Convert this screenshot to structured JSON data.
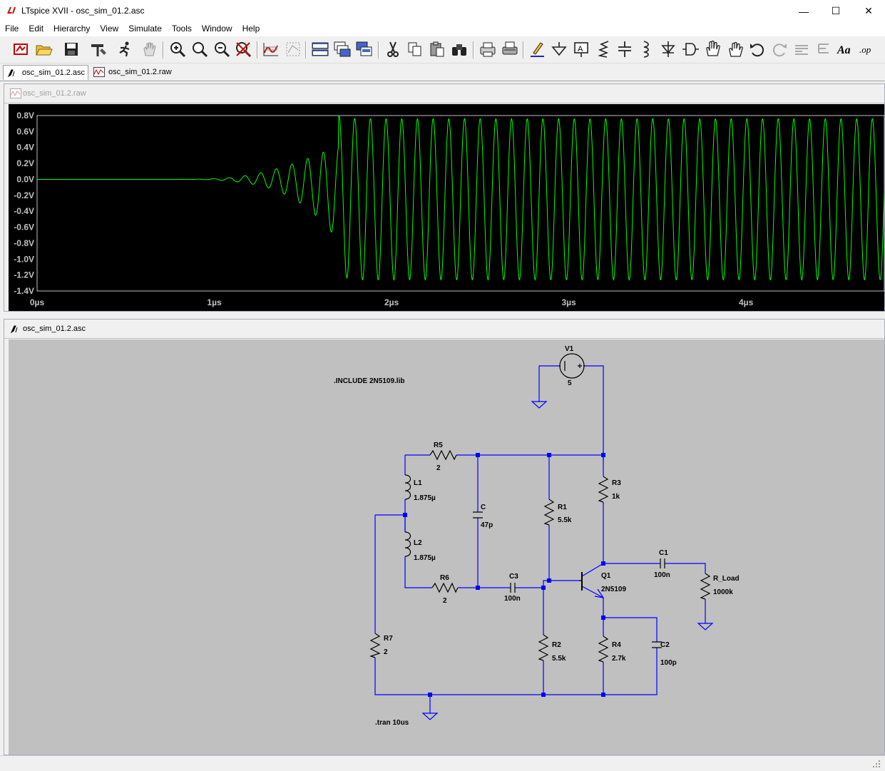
{
  "window": {
    "title": "LTspice XVII - osc_sim_01.2.asc",
    "minimize": "—",
    "maximize": "☐",
    "close": "✕"
  },
  "menu": [
    "File",
    "Edit",
    "Hierarchy",
    "View",
    "Simulate",
    "Tools",
    "Window",
    "Help"
  ],
  "toolbar_icons": [
    "new-schematic-icon",
    "open-icon",
    "save-icon",
    "control-panel-icon",
    "run-icon",
    "halt-icon",
    "zoom-in-icon",
    "zoom-pan-icon",
    "zoom-out-icon",
    "zoom-cancel-icon",
    "autorange-icon",
    "waveform-grid-icon",
    "tile-horizontal-icon",
    "cascade-icon",
    "tile-vertical-icon",
    "cut-icon",
    "copy-icon",
    "paste-icon",
    "find-icon",
    "print-icon",
    "print-setup-icon",
    "draw-wire-icon",
    "ground-icon",
    "label-net-icon",
    "resistor-icon",
    "capacitor-icon",
    "inductor-icon",
    "diode-icon",
    "component-icon",
    "move-icon",
    "drag-icon",
    "undo-icon",
    "redo-icon",
    "rotate-icon",
    "mirror-icon",
    "text-icon",
    "spice-directive-icon"
  ],
  "tabs": [
    {
      "label": "osc_sim_01.2.asc",
      "active": true
    },
    {
      "label": "osc_sim_01.2.raw",
      "active": false
    }
  ],
  "waveform": {
    "title": "osc_sim_01.2.raw",
    "trace_color": "#00ff00",
    "y_ticks": [
      "0.8V",
      "0.6V",
      "0.4V",
      "0.2V",
      "0.0V",
      "-0.2V",
      "-0.4V",
      "-0.6V",
      "-0.8V",
      "-1.0V",
      "-1.2V",
      "-1.4V"
    ],
    "x_ticks": [
      "0µs",
      "1µs",
      "2µs",
      "3µs",
      "4µs"
    ]
  },
  "schematic": {
    "title": "osc_sim_01.2.asc",
    "wire_color": "#0000ff",
    "directives": [
      ".INCLUDE 2N5109.lib",
      ".tran 10us"
    ],
    "components": [
      {
        "ref": "V1",
        "value": "5"
      },
      {
        "ref": "R5",
        "value": "2"
      },
      {
        "ref": "L1",
        "value": "1.875µ"
      },
      {
        "ref": "L2",
        "value": "1.875µ"
      },
      {
        "ref": "C",
        "value": "47p"
      },
      {
        "ref": "R1",
        "value": "5.5k"
      },
      {
        "ref": "R3",
        "value": "1k"
      },
      {
        "ref": "R6",
        "value": "2"
      },
      {
        "ref": "C3",
        "value": "100n"
      },
      {
        "ref": "Q1",
        "value": "2N5109"
      },
      {
        "ref": "C1",
        "value": "100n"
      },
      {
        "ref": "R_Load",
        "value": "1000k"
      },
      {
        "ref": "R7",
        "value": "2"
      },
      {
        "ref": "R2",
        "value": "5.5k"
      },
      {
        "ref": "R4",
        "value": "2.7k"
      },
      {
        "ref": "C2",
        "value": "100p"
      }
    ]
  }
}
